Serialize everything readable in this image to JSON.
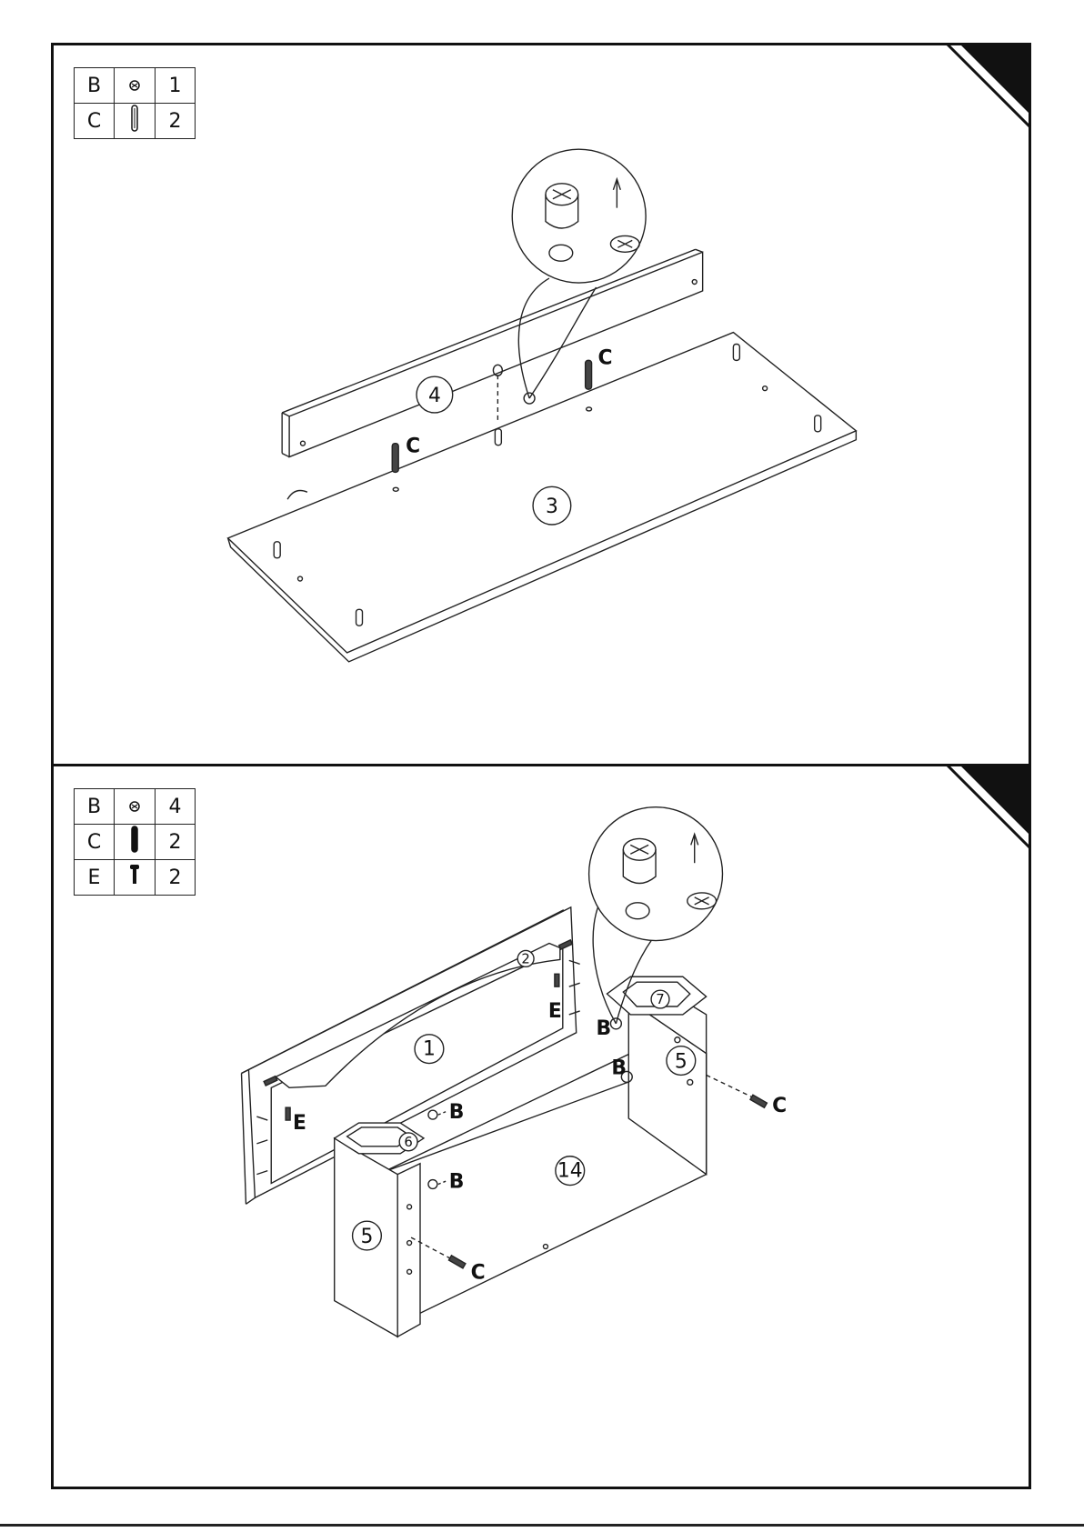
{
  "steps": [
    {
      "hardware": [
        {
          "letter": "B",
          "icon": "cam-lock-icon",
          "qty": "1"
        },
        {
          "letter": "C",
          "icon": "dowel-icon",
          "qty": "2"
        }
      ],
      "part_labels": {
        "board_top": "4",
        "board_bottom": "3"
      },
      "callouts": {
        "c1": "C",
        "c2": "C"
      }
    },
    {
      "hardware": [
        {
          "letter": "B",
          "icon": "cam-lock-icon",
          "qty": "4"
        },
        {
          "letter": "C",
          "icon": "dowel-icon",
          "qty": "2"
        },
        {
          "letter": "E",
          "icon": "screw-icon",
          "qty": "2"
        }
      ],
      "part_labels": {
        "back": "1",
        "rail": "2",
        "side_right": "5",
        "side_left": "5",
        "top_right": "7",
        "top_left": "6",
        "bottom": "14"
      },
      "callouts": {
        "e1": "E",
        "e2": "E",
        "b1": "B",
        "b2": "B",
        "b3": "B",
        "b4": "B",
        "c1": "C",
        "c2": "C"
      }
    }
  ]
}
